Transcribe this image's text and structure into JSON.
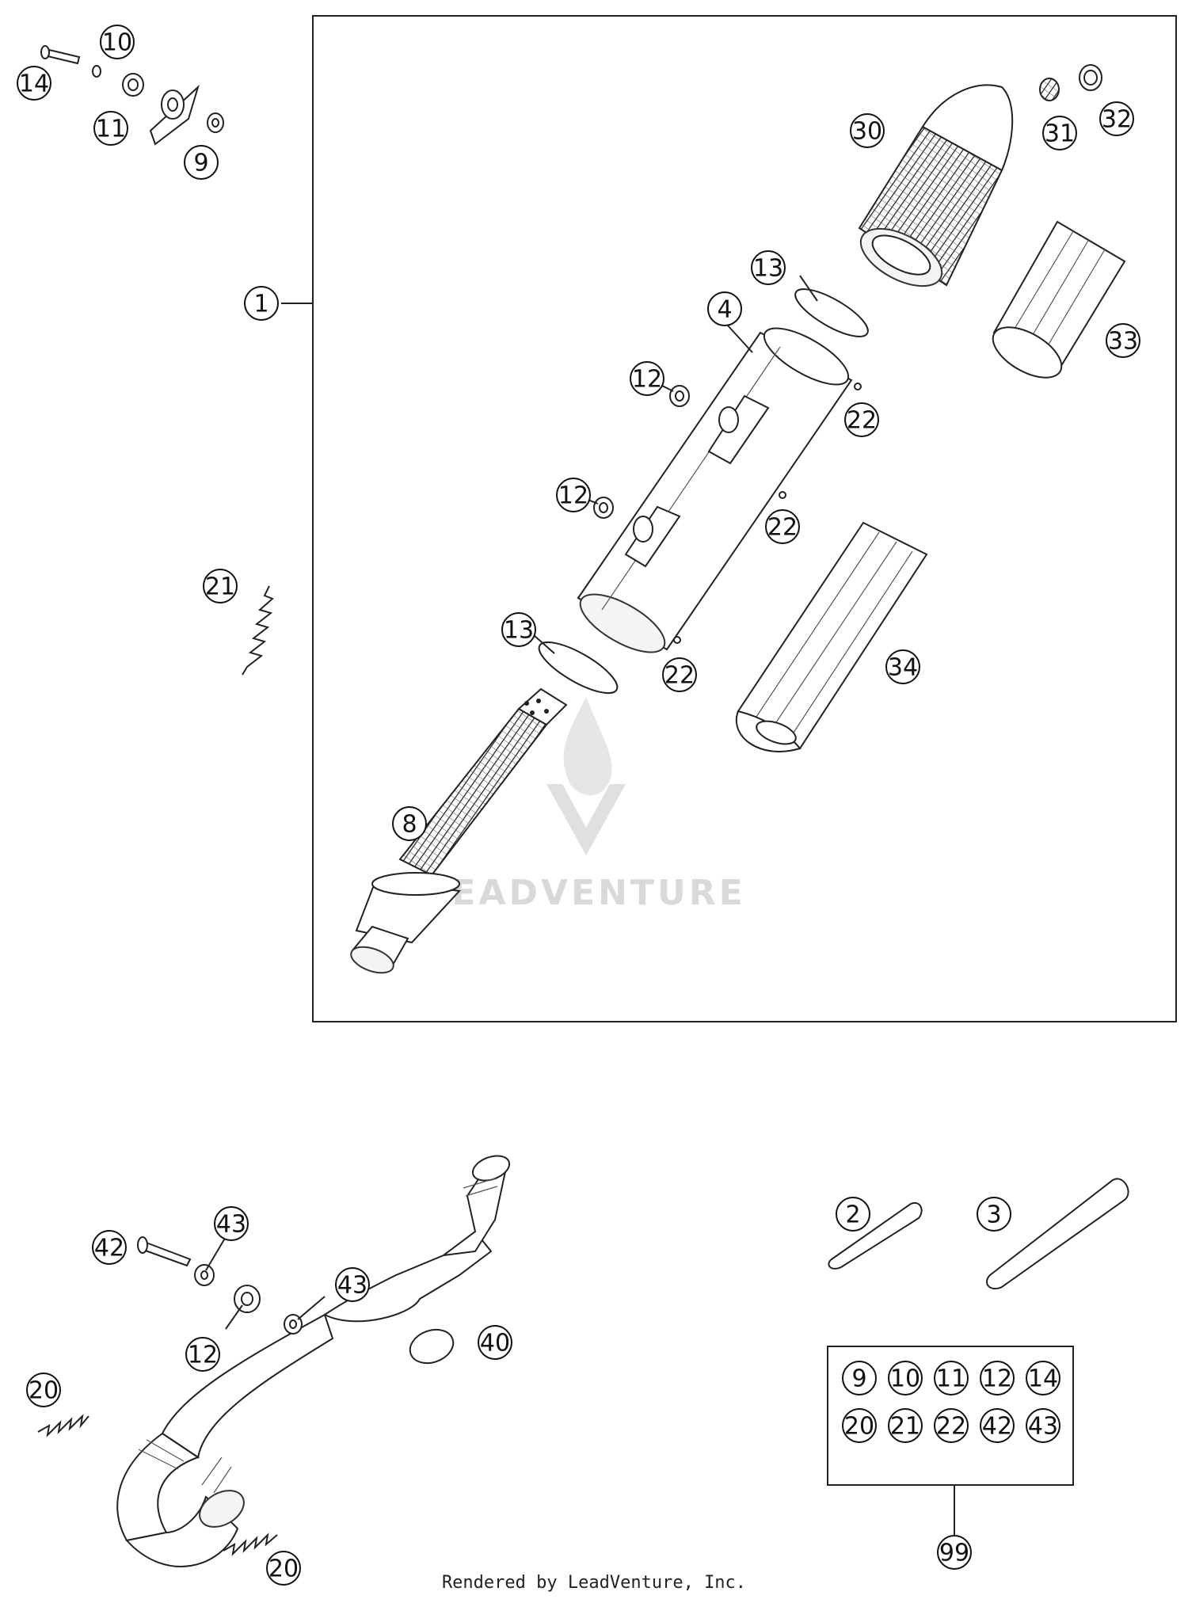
{
  "callouts": {
    "c1": "1",
    "c2": "2",
    "c3": "3",
    "c4": "4",
    "c8": "8",
    "c9": "9",
    "c10": "10",
    "c11": "11",
    "c12a": "12",
    "c12b": "12",
    "c12c": "12",
    "c13a": "13",
    "c13b": "13",
    "c14": "14",
    "c20a": "20",
    "c20b": "20",
    "c21": "21",
    "c22a": "22",
    "c22b": "22",
    "c22c": "22",
    "c30": "30",
    "c31": "31",
    "c32": "32",
    "c33": "33",
    "c34": "34",
    "c40": "40",
    "c42": "42",
    "c43a": "43",
    "c43b": "43",
    "c99": "99"
  },
  "kit_parts": [
    "9",
    "10",
    "11",
    "12",
    "14",
    "20",
    "21",
    "22",
    "42",
    "43"
  ],
  "watermark": "LEADVENTURE",
  "credit": "Rendered by LeadVenture, Inc."
}
